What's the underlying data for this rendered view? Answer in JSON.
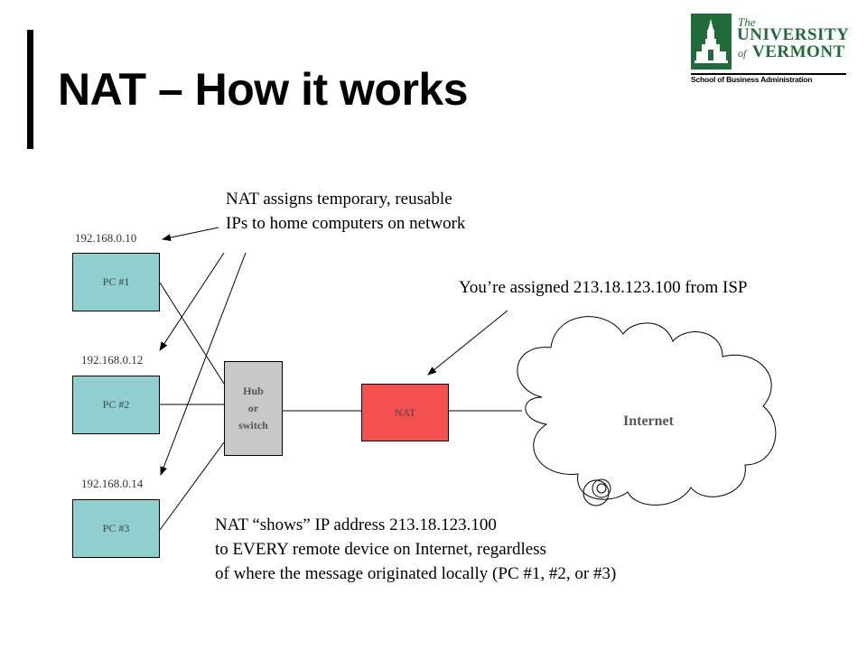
{
  "slide": {
    "title": "NAT – How it works"
  },
  "logo": {
    "the": "The",
    "university": "UNIVERSITY",
    "of": "of",
    "vermont": "VERMONT",
    "school": "School of Business Administration",
    "brand_color": "#1f6b3a"
  },
  "nodes": {
    "pc1": {
      "label": "PC #1",
      "ip": "192.168.0.10"
    },
    "pc2": {
      "label": "PC #2",
      "ip": "192.168.0.12"
    },
    "pc3": {
      "label": "PC #3",
      "ip": "192.168.0.14"
    },
    "hub": {
      "line1": "Hub",
      "line2": "or",
      "line3": "switch"
    },
    "nat": {
      "label": "NAT"
    },
    "internet": {
      "label": "Internet"
    }
  },
  "callouts": {
    "assign_line1": "NAT assigns temporary, reusable",
    "assign_line2": "IPs to home computers on network",
    "isp": "You’re assigned 213.18.123.100 from ISP",
    "shows_line1": "NAT “shows” IP address 213.18.123.100",
    "shows_line2": "to EVERY remote device on Internet, regardless",
    "shows_line3": "of where the message originated locally (PC #1, #2, or #3)"
  },
  "colors": {
    "pc_fill": "#8fcfcf",
    "hub_fill": "#c8c8c8",
    "nat_fill": "#f55050"
  }
}
